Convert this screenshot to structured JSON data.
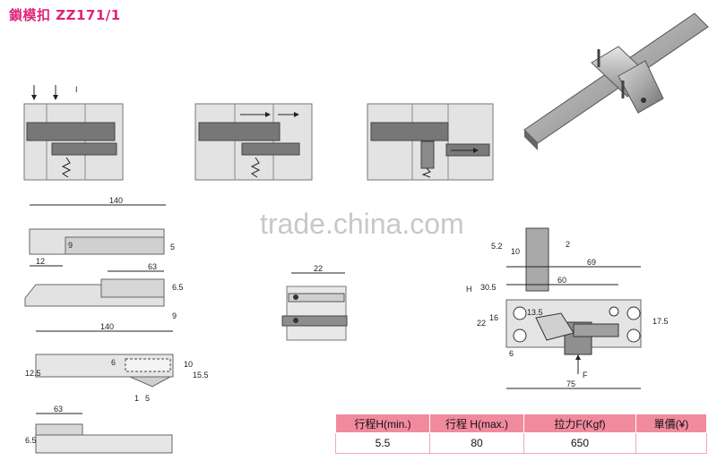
{
  "title": "鎖模扣 ZZ171/1",
  "watermark": "trade.china.com",
  "dims": {
    "d140a": "140",
    "d9a": "9",
    "d5a": "5",
    "d12": "12",
    "d63a": "63",
    "d65": "6.5",
    "d9b": "9",
    "d140b": "140",
    "d125": "12.5",
    "d6": "6",
    "d10": "10",
    "d155": "15.5",
    "d1": "1",
    "d5b": "5",
    "d63b": "63",
    "d656": "6.5",
    "d22a": "22",
    "d52": "5.2",
    "d10b": "10",
    "d2": "2",
    "d69": "69",
    "d305": "30.5",
    "d60": "60",
    "d16": "16",
    "d22b": "22",
    "d135": "13.5",
    "d175": "17.5",
    "d6b": "6",
    "d75": "75",
    "dF": "F",
    "dH": "H",
    "dI": "I"
  },
  "table": {
    "headers": [
      "行程H(min.)",
      "行程 H(max.)",
      "拉力F(Kgf)",
      "單價(¥)"
    ],
    "row": [
      "5.5",
      "80",
      "650",
      ""
    ]
  }
}
